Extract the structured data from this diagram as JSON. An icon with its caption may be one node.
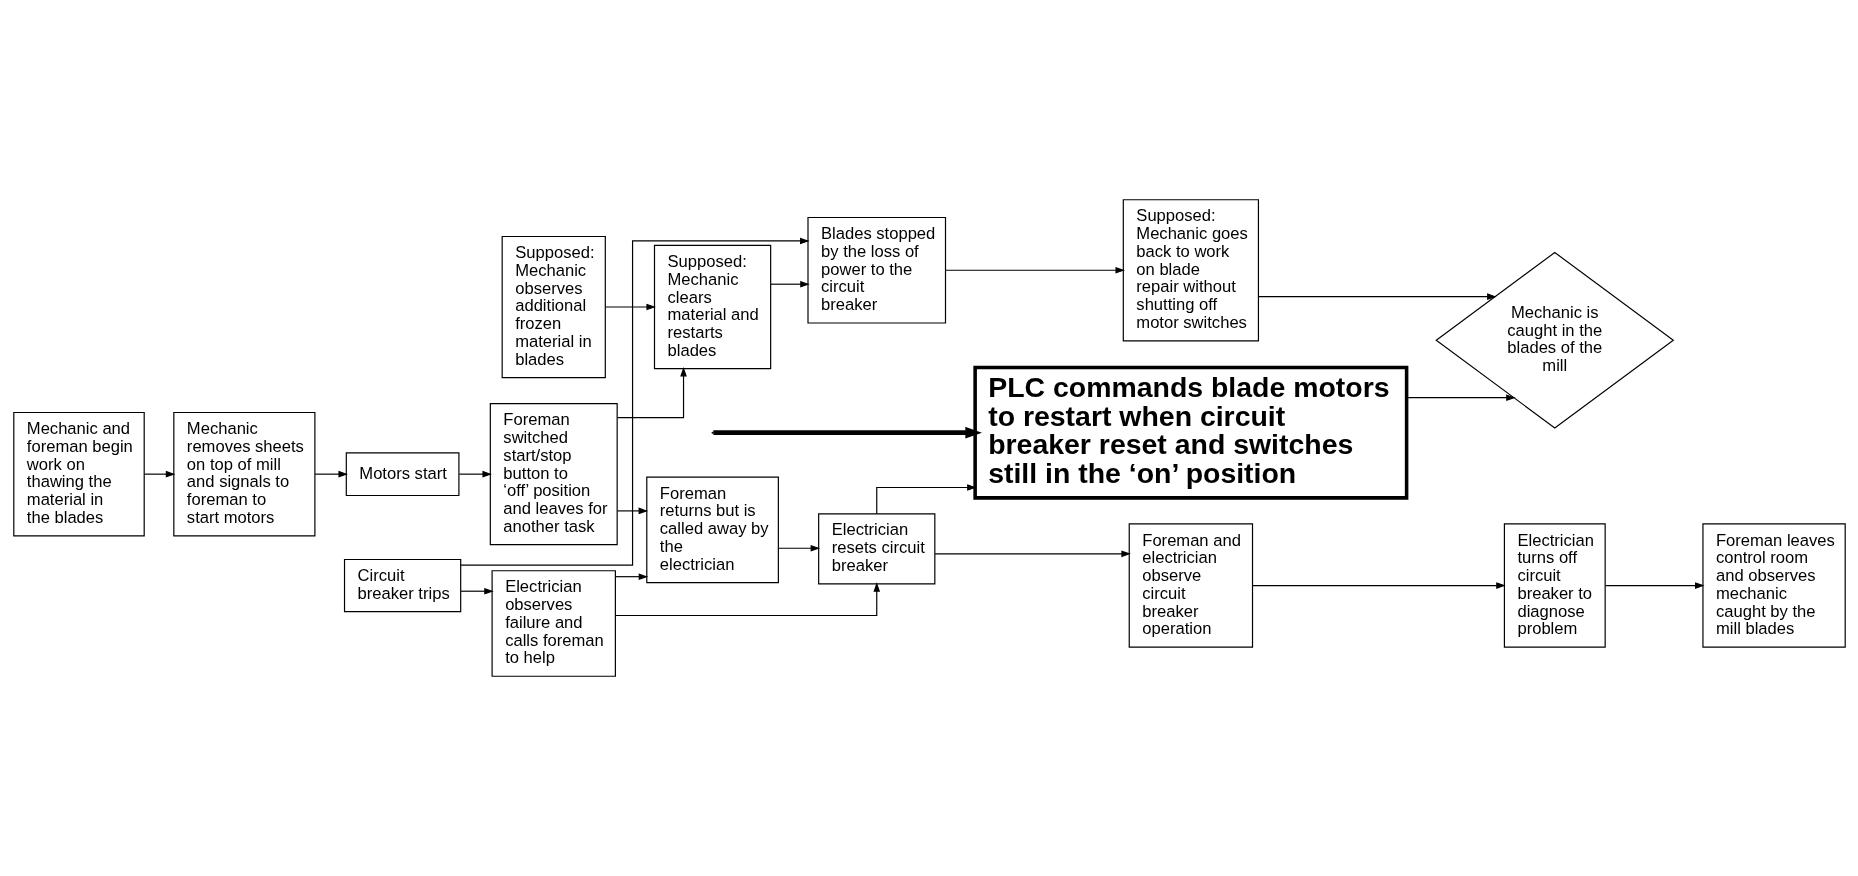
{
  "diagram": {
    "nodes": [
      {
        "text": [
          "Mechanic and foreman begin work on thawing the material in the blades"
        ]
      },
      {
        "text": [
          "Mechanic removes sheets on top of mill and signals to foreman to start motors"
        ]
      },
      {
        "text": [
          "Motors start"
        ]
      },
      {
        "text": [
          "Foreman switched start/stop button to ‘off’ position and leaves for another task"
        ]
      },
      {
        "text": [
          "Supposed: Mechanic observes additional frozen material in blades"
        ]
      },
      {
        "text": [
          "Supposed: Mechanic clears material and restarts blades"
        ]
      },
      {
        "text": [
          "Blades stopped by the loss of power to the circuit breaker"
        ]
      },
      {
        "text": [
          "Supposed: Mechanic goes back to work on blade repair without shutting off motor switches"
        ]
      },
      {
        "text": [
          "Mechanic is caught in the blades of the mill"
        ]
      },
      {
        "text": [
          "Foreman returns but is called away by the electrician"
        ]
      },
      {
        "text": [
          "PLC commands blade motors to restart when circuit breaker reset and switches still in the ‘on’ position"
        ]
      },
      {
        "text": [
          "Circuit breaker trips"
        ]
      },
      {
        "text": [
          "Electrician observes failure and calls foreman to help"
        ]
      },
      {
        "text": [
          "Electrician resets circuit breaker"
        ]
      },
      {
        "text": [
          "Foreman and electrician observe circuit breaker operation"
        ]
      },
      {
        "text": [
          "Electrician turns off circuit breaker to diagnose problem"
        ]
      },
      {
        "text": [
          "Foreman leaves control room and observes mechanic caught by the mill blades"
        ]
      }
    ],
    "edges": [
      {
        "from": 0,
        "to": 1,
        "arrow": "to"
      },
      {
        "from": 1,
        "to": 2,
        "arrow": "to"
      },
      {
        "from": 2,
        "to": 3,
        "arrow": "to"
      },
      {
        "from": 3,
        "to": 5,
        "arrow": "to"
      },
      {
        "from": 4,
        "to": 5,
        "arrow": "to"
      },
      {
        "from": 5,
        "to": 6,
        "arrow": "to"
      },
      {
        "from": 6,
        "to": 7,
        "arrow": "to"
      },
      {
        "from": 7,
        "to": 8,
        "arrow": "to"
      },
      {
        "from": 3,
        "to": 9,
        "arrow": "to"
      },
      {
        "from": 11,
        "to": 6,
        "arrow": "to"
      },
      {
        "from": 11,
        "to": 12,
        "arrow": "to"
      },
      {
        "from": 12,
        "to": 9,
        "arrow": "to"
      },
      {
        "from": 9,
        "to": 13,
        "arrow": "to"
      },
      {
        "from": 12,
        "to": 13,
        "arrow": "to"
      },
      {
        "from": 13,
        "to": 10,
        "arrow": "to"
      },
      {
        "from": 10,
        "to": 8,
        "arrow": "to"
      },
      {
        "from": 13,
        "to": 14,
        "arrow": "to"
      },
      {
        "from": 14,
        "to": 15,
        "arrow": "to"
      },
      {
        "from": 15,
        "to": 16,
        "arrow": "to"
      },
      {
        "from": null,
        "to": 10,
        "arrow": "to",
        "style": "thick"
      }
    ]
  }
}
